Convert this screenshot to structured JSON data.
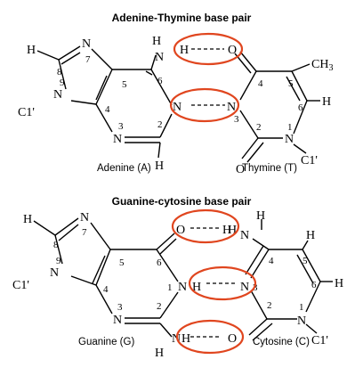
{
  "ring_color": "#e0461f",
  "top": {
    "title": "Adenine-Thymine base pair",
    "left_caption": "Adenine (A)",
    "right_caption": "Thymine (T)",
    "methyl": "CH3"
  },
  "bottom": {
    "title": "Guanine-cytosine base pair",
    "left_caption": "Guanine (G)",
    "right_caption": "Cytosine (C)"
  },
  "atoms": {
    "H": "H",
    "N": "N",
    "O": "O",
    "C1p": "C1'"
  }
}
